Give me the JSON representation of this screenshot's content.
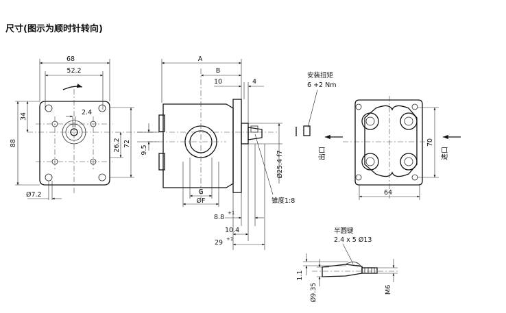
{
  "title": "尺寸(图示为顺时针转向)",
  "front_view": {
    "dim_68": "68",
    "dim_52_2": "52.2",
    "dim_34": "34",
    "dim_88": "88",
    "dim_2_4": "2.4",
    "dim_26_2": "26.2",
    "dim_72": "72",
    "dim_7_2": "Ø7.2"
  },
  "side_view": {
    "dim_A": "A",
    "dim_B": "B",
    "dim_10": "10",
    "dim_4": "4",
    "dim_9_5": "9.5",
    "dim_25_4": "Ø25.4 f7",
    "dim_G": "G",
    "dim_F": "ØF",
    "dim_8_8": "8.8",
    "dim_8_8_tol": "+1",
    "dim_10_4": "10.4",
    "dim_29": "29",
    "dim_29_tol": "+1",
    "taper": "锥度1:8"
  },
  "torque": {
    "label": "安装扭矩",
    "value": "6 +2 Nm"
  },
  "rear_view": {
    "dim_70": "70",
    "dim_64": "64",
    "outlet": "出口",
    "inlet": "进口"
  },
  "key_detail": {
    "label": "半圆键",
    "spec": "2.4 x 5 Ø13",
    "dim_1_1": "1.1",
    "dim_9_35": "Ø9.35",
    "dim_M6": "M6"
  }
}
